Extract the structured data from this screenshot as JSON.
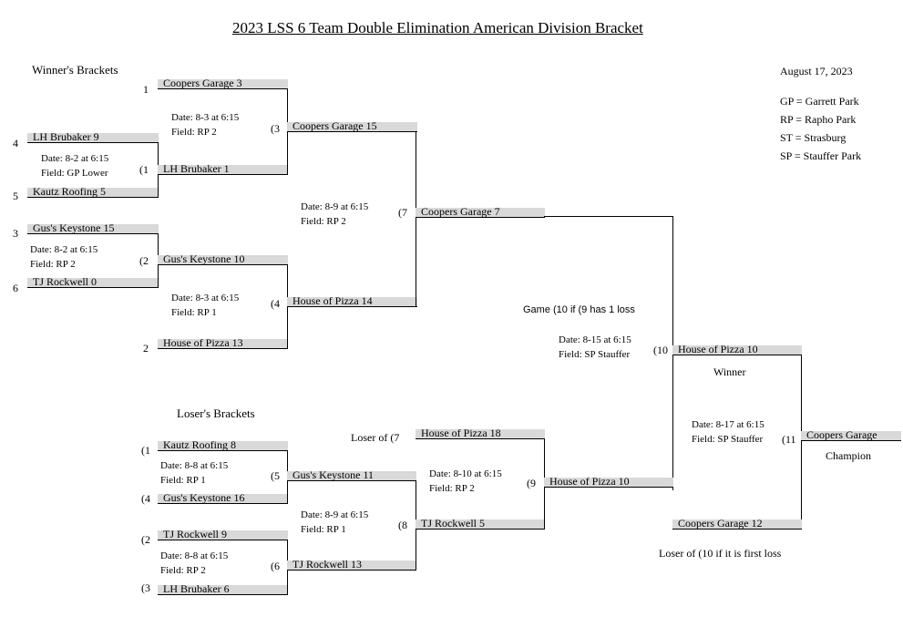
{
  "title": "2023 LSS 6 Team Double Elimination American Division Bracket",
  "date": "August 17, 2023",
  "winners_header": "Winner's Brackets",
  "losers_header": "Loser's Brackets",
  "legend": [
    "GP = Garrett Park",
    "RP = Rapho Park",
    "ST = Strasburg",
    "SP = Stauffer Park"
  ],
  "seeds": {
    "s1": "1",
    "s2": "2",
    "s3": "3",
    "s4": "4",
    "s5": "5",
    "s6": "6"
  },
  "winners": {
    "g1": {
      "num": "(1",
      "top": "LH Brubaker  9",
      "bottom": "Kautz Roofing  5",
      "date": "Date: 8-2 at 6:15",
      "field": "Field: GP Lower"
    },
    "g2": {
      "num": "(2",
      "top": "Gus's Keystone  15",
      "bottom": "TJ Rockwell  0",
      "date": "Date: 8-2 at 6:15",
      "field": "Field: RP 2"
    },
    "g3": {
      "num": "(3",
      "top": "Coopers Garage  3",
      "bottom": "LH Brubaker  1",
      "date": "Date: 8-3 at 6:15",
      "field": "Field: RP 2"
    },
    "g4": {
      "num": "(4",
      "top": "Gus's Keystone  10",
      "bottom": "House of Pizza  13",
      "date": "Date: 8-3 at 6:15",
      "field": "Field: RP 1"
    },
    "g7": {
      "num": "(7",
      "top": "Coopers Garage  15",
      "bottom": "House of Pizza  14",
      "date": "Date: 8-9 at 6:15",
      "field": "Field: RP 2"
    },
    "g7_winner": "Coopers Garage  7"
  },
  "final": {
    "g10_note": "Game (10 if (9 has 1 loss",
    "g10_date": "Date: 8-15 at 6:15",
    "g10_field": "Field: SP Stauffer",
    "g10_num": "(10",
    "g10_winner": "House of Pizza  10",
    "winner_label": "Winner",
    "g11_date": "Date: 8-17 at 6:15",
    "g11_field": "Field: SP Stauffer",
    "g11_num": "(11",
    "g11_bottom": "Coopers Garage  12",
    "champion_team": "Coopers Garage",
    "champion_label": "Champion",
    "loser10_note": "Loser of (10 if it is first loss"
  },
  "losers": {
    "l1_num": "(1",
    "l1_team": "Kautz Roofing  8",
    "l4_num": "(4",
    "l4_team": "Gus's Keystone  16",
    "l2_num": "(2",
    "l2_team": "TJ Rockwell  9",
    "l3_num": "(3",
    "l3_team": "LH Brubaker  6",
    "g5": {
      "num": "(5",
      "team": "Gus's Keystone  11",
      "date": "Date: 8-8 at 6:15",
      "field": "Field: RP 1"
    },
    "g6": {
      "num": "(6",
      "team": "TJ Rockwell  13",
      "date": "Date: 8-8 at 6:15",
      "field": "Field: RP 2"
    },
    "g8": {
      "num": "(8",
      "team": "TJ Rockwell  5",
      "date": "Date: 8-9 at 6:15",
      "field": "Field: RP 1"
    },
    "g9": {
      "num": "(9",
      "team": "House of Pizza  10",
      "date": "Date: 8-10 at 6:15",
      "field": "Field: RP 2"
    },
    "loser7_label": "Loser of (7",
    "loser7_team": "House of Pizza  18"
  }
}
